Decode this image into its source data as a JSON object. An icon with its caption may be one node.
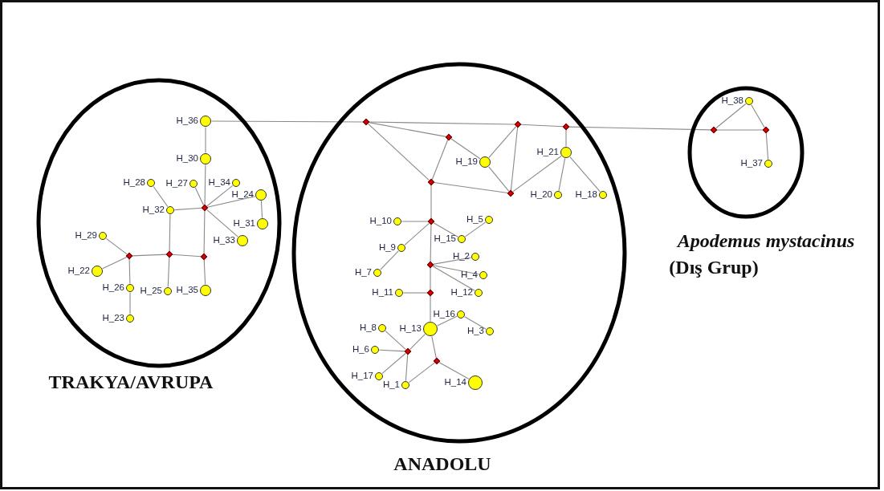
{
  "diagram": {
    "nodes": [
      {
        "text": [
          "TRAKYA/AVRUPA"
        ]
      },
      {
        "text": [],
        "shape": "circle",
        "beside": [
          "H_36"
        ],
        "in": 0
      },
      {
        "text": [],
        "shape": "circle",
        "beside": [
          "H_30"
        ],
        "in": 0
      },
      {
        "text": [],
        "shape": "circle",
        "beside": [
          "H_28"
        ],
        "in": 0
      },
      {
        "text": [],
        "shape": "circle",
        "beside": [
          "H_27"
        ],
        "in": 0
      },
      {
        "text": [],
        "shape": "circle",
        "beside": [
          "H_34"
        ],
        "in": 0
      },
      {
        "text": [],
        "shape": "circle",
        "beside": [
          "H_24"
        ],
        "in": 0
      },
      {
        "text": [],
        "shape": "diamond",
        "in": 0
      },
      {
        "text": [],
        "shape": "circle",
        "beside": [
          "H_32"
        ],
        "in": 0
      },
      {
        "text": [],
        "shape": "circle",
        "beside": [
          "H_31"
        ],
        "in": 0
      },
      {
        "text": [],
        "shape": "circle",
        "beside": [
          "H_29"
        ],
        "in": 0
      },
      {
        "text": [],
        "shape": "circle",
        "beside": [
          "H_33"
        ],
        "in": 0
      },
      {
        "text": [],
        "shape": "diamond",
        "in": 0
      },
      {
        "text": [],
        "shape": "diamond",
        "in": 0
      },
      {
        "text": [],
        "shape": "diamond",
        "in": 0
      },
      {
        "text": [],
        "shape": "circle",
        "beside": [
          "H_22"
        ],
        "in": 0
      },
      {
        "text": [],
        "shape": "circle",
        "beside": [
          "H_26"
        ],
        "in": 0
      },
      {
        "text": [],
        "shape": "circle",
        "beside": [
          "H_25"
        ],
        "in": 0
      },
      {
        "text": [],
        "shape": "circle",
        "beside": [
          "H_35"
        ],
        "in": 0
      },
      {
        "text": [],
        "shape": "circle",
        "beside": [
          "H_23"
        ],
        "in": 0
      },
      {
        "text": [
          "ANADOLU"
        ]
      },
      {
        "text": [],
        "shape": "diamond",
        "in": 20
      },
      {
        "text": [],
        "shape": "diamond",
        "in": 20
      },
      {
        "text": [],
        "shape": "diamond",
        "in": 20
      },
      {
        "text": [],
        "shape": "diamond",
        "in": 20
      },
      {
        "text": [],
        "shape": "circle",
        "beside": [
          "H_21"
        ],
        "in": 20
      },
      {
        "text": [],
        "shape": "circle",
        "beside": [
          "H_19"
        ],
        "in": 20
      },
      {
        "text": [],
        "shape": "diamond",
        "in": 20
      },
      {
        "text": [],
        "shape": "diamond",
        "in": 20
      },
      {
        "text": [],
        "shape": "circle",
        "beside": [
          "H_20"
        ],
        "in": 20
      },
      {
        "text": [],
        "shape": "circle",
        "beside": [
          "H_18"
        ],
        "in": 20
      },
      {
        "text": [],
        "shape": "circle",
        "beside": [
          "H_5"
        ],
        "in": 20
      },
      {
        "text": [],
        "shape": "circle",
        "beside": [
          "H_10"
        ],
        "in": 20
      },
      {
        "text": [],
        "shape": "diamond",
        "in": 20
      },
      {
        "text": [],
        "shape": "circle",
        "beside": [
          "H_15"
        ],
        "in": 20
      },
      {
        "text": [],
        "shape": "circle",
        "beside": [
          "H_9"
        ],
        "in": 20
      },
      {
        "text": [],
        "shape": "circle",
        "beside": [
          "H_2"
        ],
        "in": 20
      },
      {
        "text": [],
        "shape": "diamond",
        "in": 20
      },
      {
        "text": [],
        "shape": "circle",
        "beside": [
          "H_7"
        ],
        "in": 20
      },
      {
        "text": [],
        "shape": "circle",
        "beside": [
          "H_4"
        ],
        "in": 20
      },
      {
        "text": [],
        "shape": "circle",
        "beside": [
          "H_11"
        ],
        "in": 20
      },
      {
        "text": [],
        "shape": "diamond",
        "in": 20
      },
      {
        "text": [],
        "shape": "circle",
        "beside": [
          "H_12"
        ],
        "in": 20
      },
      {
        "text": [],
        "shape": "circle",
        "beside": [
          "H_16"
        ],
        "in": 20
      },
      {
        "text": [],
        "shape": "circle",
        "beside": [
          "H_8"
        ],
        "in": 20
      },
      {
        "text": [],
        "shape": "circle",
        "beside": [
          "H_13"
        ],
        "in": 20
      },
      {
        "text": [],
        "shape": "circle",
        "beside": [
          "H_3"
        ],
        "in": 20
      },
      {
        "text": [],
        "shape": "circle",
        "beside": [
          "H_6"
        ],
        "in": 20
      },
      {
        "text": [],
        "shape": "diamond",
        "in": 20
      },
      {
        "text": [],
        "shape": "diamond",
        "in": 20
      },
      {
        "text": [],
        "shape": "circle",
        "beside": [
          "H_17"
        ],
        "in": 20
      },
      {
        "text": [],
        "shape": "circle",
        "beside": [
          "H_14"
        ],
        "in": 20
      },
      {
        "text": [],
        "shape": "circle",
        "beside": [
          "H_1"
        ],
        "in": 20
      },
      {
        "text": [
          "Apodemus mystacinus",
          "(Dış Grup)"
        ]
      },
      {
        "text": [],
        "shape": "circle",
        "beside": [
          "H_38"
        ],
        "in": 53
      },
      {
        "text": [],
        "shape": "diamond",
        "in": 53
      },
      {
        "text": [],
        "shape": "diamond",
        "in": 53
      },
      {
        "text": [],
        "shape": "circle",
        "beside": [
          "H_37"
        ],
        "in": 53
      }
    ],
    "edges": [
      {
        "from": 1,
        "to": 2,
        "arrow": "none"
      },
      {
        "from": 2,
        "to": 7,
        "arrow": "none"
      },
      {
        "from": 7,
        "to": 4,
        "arrow": "none"
      },
      {
        "from": 7,
        "to": 5,
        "arrow": "none"
      },
      {
        "from": 7,
        "to": 6,
        "arrow": "none"
      },
      {
        "from": 6,
        "to": 9,
        "arrow": "none"
      },
      {
        "from": 7,
        "to": 11,
        "arrow": "none"
      },
      {
        "from": 7,
        "to": 8,
        "arrow": "none"
      },
      {
        "from": 3,
        "to": 8,
        "arrow": "none"
      },
      {
        "from": 8,
        "to": 13,
        "arrow": "none"
      },
      {
        "from": 7,
        "to": 14,
        "arrow": "none"
      },
      {
        "from": 12,
        "to": 13,
        "arrow": "none"
      },
      {
        "from": 13,
        "to": 14,
        "arrow": "none"
      },
      {
        "from": 14,
        "to": 18,
        "arrow": "none"
      },
      {
        "from": 13,
        "to": 17,
        "arrow": "none"
      },
      {
        "from": 12,
        "to": 10,
        "arrow": "none"
      },
      {
        "from": 12,
        "to": 15,
        "arrow": "none"
      },
      {
        "from": 12,
        "to": 16,
        "arrow": "none"
      },
      {
        "from": 16,
        "to": 19,
        "arrow": "none"
      },
      {
        "from": 1,
        "to": 21,
        "arrow": "none"
      },
      {
        "from": 21,
        "to": 22,
        "arrow": "none"
      },
      {
        "from": 22,
        "to": 23,
        "arrow": "none"
      },
      {
        "from": 23,
        "to": 55,
        "arrow": "none"
      },
      {
        "from": 21,
        "to": 24,
        "arrow": "none"
      },
      {
        "from": 21,
        "to": 27,
        "arrow": "none"
      },
      {
        "from": 24,
        "to": 27,
        "arrow": "none"
      },
      {
        "from": 24,
        "to": 26,
        "arrow": "none"
      },
      {
        "from": 26,
        "to": 22,
        "arrow": "none"
      },
      {
        "from": 26,
        "to": 28,
        "arrow": "none"
      },
      {
        "from": 22,
        "to": 28,
        "arrow": "none"
      },
      {
        "from": 27,
        "to": 28,
        "arrow": "none"
      },
      {
        "from": 28,
        "to": 25,
        "arrow": "none"
      },
      {
        "from": 23,
        "to": 25,
        "arrow": "none"
      },
      {
        "from": 25,
        "to": 29,
        "arrow": "none"
      },
      {
        "from": 25,
        "to": 30,
        "arrow": "none"
      },
      {
        "from": 27,
        "to": 33,
        "arrow": "none"
      },
      {
        "from": 33,
        "to": 32,
        "arrow": "none"
      },
      {
        "from": 33,
        "to": 34,
        "arrow": "none"
      },
      {
        "from": 34,
        "to": 31,
        "arrow": "none"
      },
      {
        "from": 33,
        "to": 35,
        "arrow": "none"
      },
      {
        "from": 35,
        "to": 38,
        "arrow": "none"
      },
      {
        "from": 33,
        "to": 37,
        "arrow": "none"
      },
      {
        "from": 37,
        "to": 36,
        "arrow": "none"
      },
      {
        "from": 37,
        "to": 39,
        "arrow": "none"
      },
      {
        "from": 37,
        "to": 42,
        "arrow": "none"
      },
      {
        "from": 37,
        "to": 41,
        "arrow": "none"
      },
      {
        "from": 41,
        "to": 40,
        "arrow": "none"
      },
      {
        "from": 41,
        "to": 45,
        "arrow": "none"
      },
      {
        "from": 45,
        "to": 43,
        "arrow": "none"
      },
      {
        "from": 43,
        "to": 46,
        "arrow": "none"
      },
      {
        "from": 45,
        "to": 48,
        "arrow": "none"
      },
      {
        "from": 48,
        "to": 44,
        "arrow": "none"
      },
      {
        "from": 48,
        "to": 47,
        "arrow": "none"
      },
      {
        "from": 48,
        "to": 50,
        "arrow": "none"
      },
      {
        "from": 48,
        "to": 52,
        "arrow": "none"
      },
      {
        "from": 45,
        "to": 49,
        "arrow": "none"
      },
      {
        "from": 49,
        "to": 52,
        "arrow": "none"
      },
      {
        "from": 49,
        "to": 51,
        "arrow": "none"
      },
      {
        "from": 55,
        "to": 56,
        "arrow": "none"
      },
      {
        "from": 55,
        "to": 54,
        "arrow": "none"
      },
      {
        "from": 54,
        "to": 56,
        "arrow": "none"
      },
      {
        "from": 56,
        "to": 57,
        "arrow": "none"
      }
    ]
  }
}
